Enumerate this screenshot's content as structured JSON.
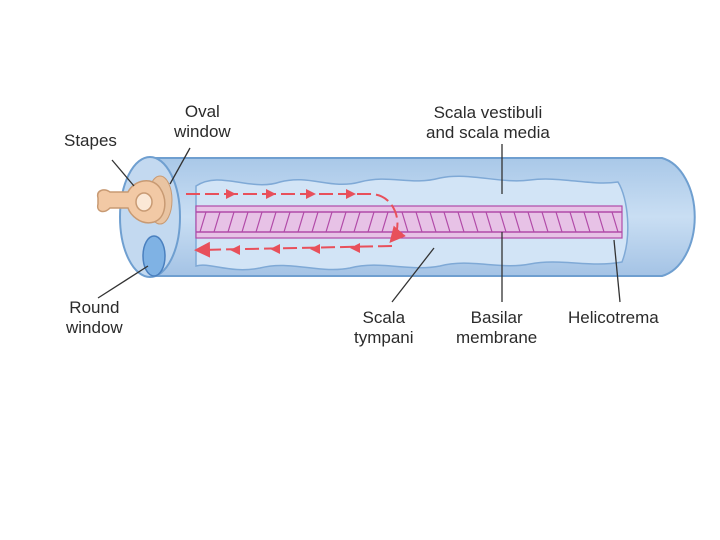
{
  "labels": {
    "stapes": "Stapes",
    "oval_window": [
      "Oval",
      "window"
    ],
    "scala_vestibuli": [
      "Scala vestibuli",
      "and scala media"
    ],
    "round_window": [
      "Round",
      "window"
    ],
    "scala_tympani": [
      "Scala",
      "tympani"
    ],
    "basilar_membrane": [
      "Basilar",
      "membrane"
    ],
    "helicotrema": "Helicotrema"
  },
  "colors": {
    "tube_fill": "#b9d3ec",
    "tube_edge": "#6f9fd0",
    "inner_fill": "#cfe2f5",
    "membrane": "#d9a3d8",
    "membrane_edge": "#b14aa8",
    "arrow": "#e8505b",
    "stapes": "#f2c9a5",
    "leader": "#333333"
  },
  "icons": {
    "stapes": "stapes-bone-icon",
    "arrows": "fluid-flow-arrow-icon"
  }
}
